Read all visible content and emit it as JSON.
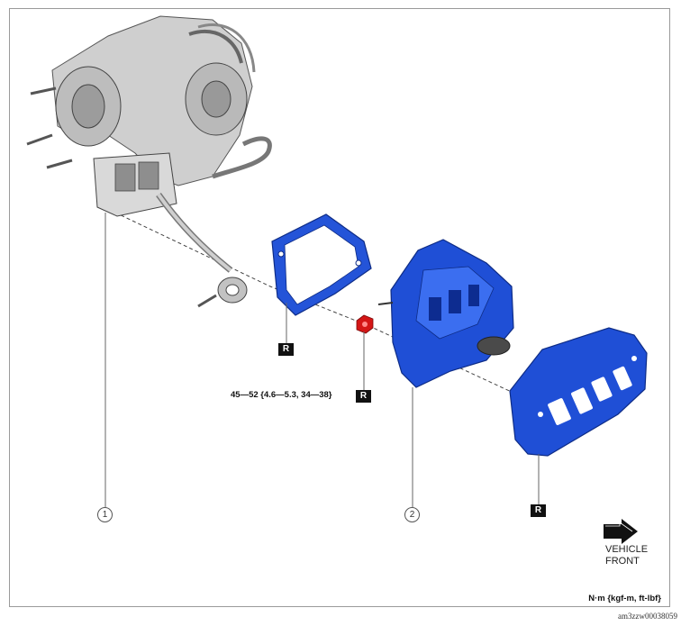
{
  "torque_spec": "45—52 {4.6—5.3, 34—38}",
  "units_note": "N·m {kgf-m, ft-lbf}",
  "document_id": "am3zzw00038059",
  "vehicle_front": {
    "line1": "VEHICLE",
    "line2": "FRONT"
  },
  "callouts": [
    "1",
    "2"
  ],
  "replace_badge_letter": "R",
  "colors": {
    "part_blue": "#1f4fd6",
    "part_blue_dark": "#1238a8",
    "nut_red": "#d41616",
    "turbo_gray": "#c7c7c7"
  }
}
